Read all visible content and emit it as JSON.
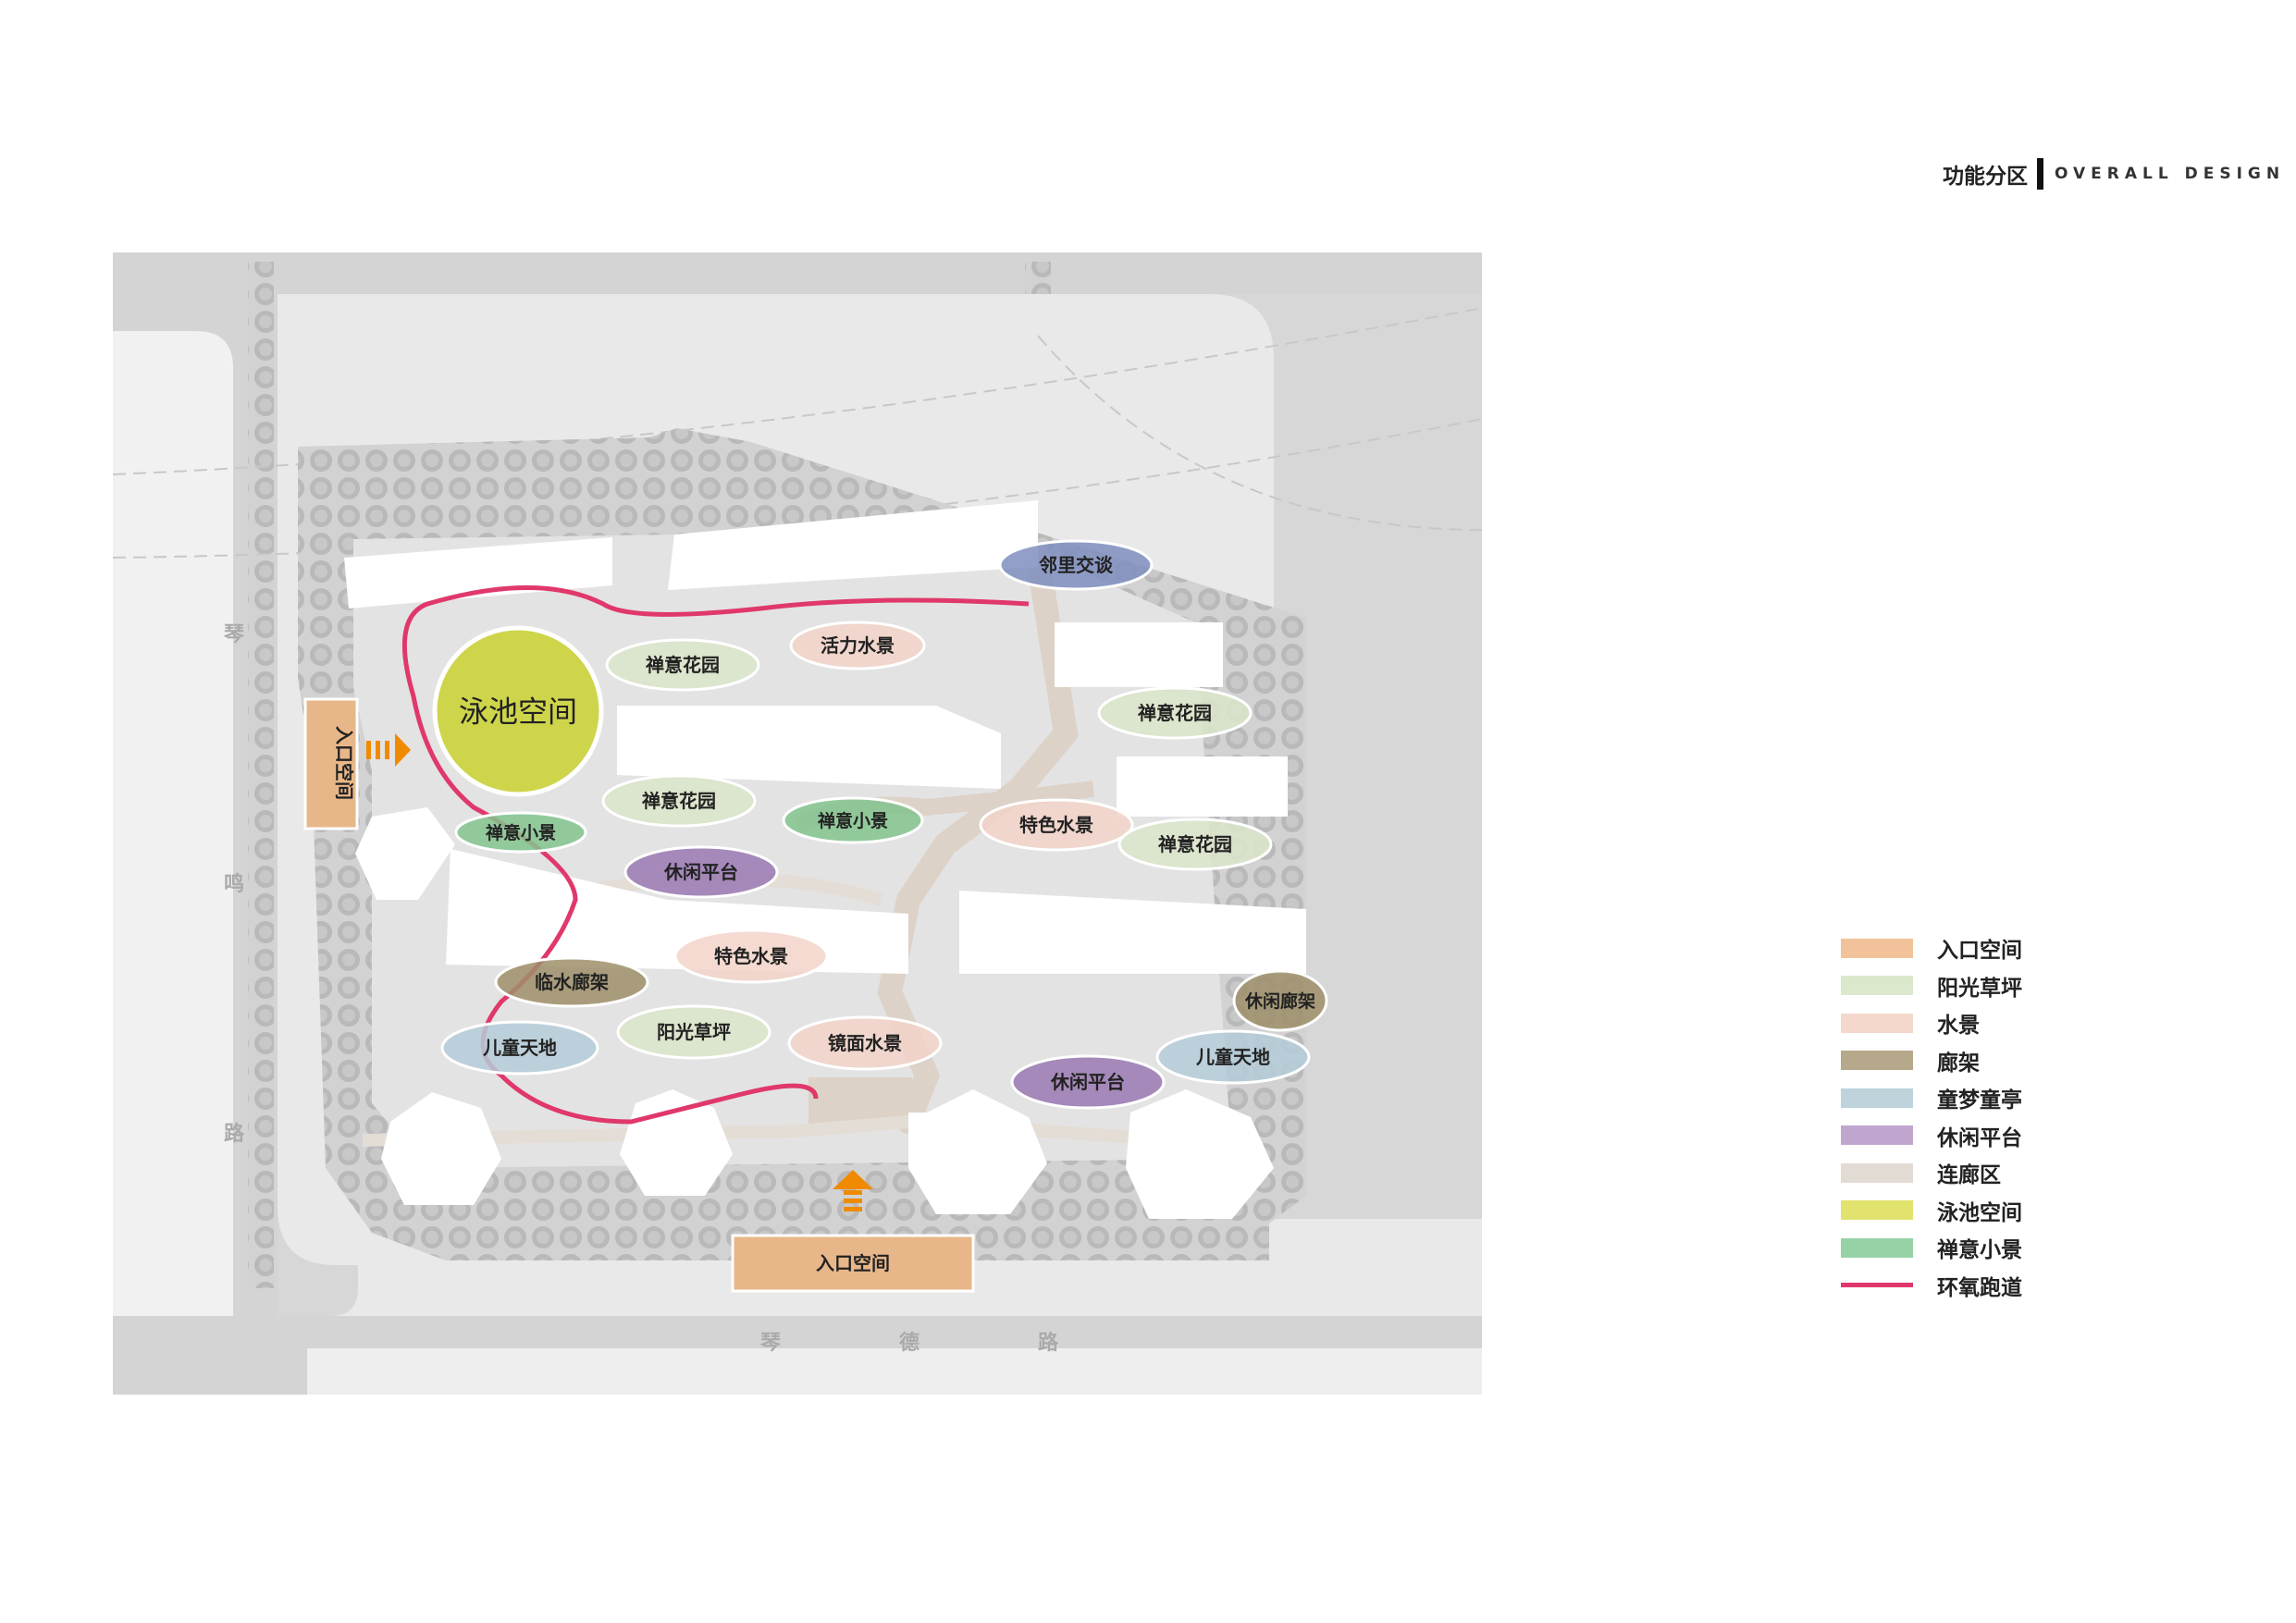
{
  "header": {
    "title_cn": "功能分区",
    "title_en": "OVERALL DESIGN"
  },
  "roads": {
    "west_label": "琴鸣路",
    "south_label": "琴德路"
  },
  "entrances": [
    {
      "id": "west",
      "label": "入口空间"
    },
    {
      "id": "south",
      "label": "入口空间"
    }
  ],
  "zones": [
    {
      "label": "泳池空间",
      "type": "pool"
    },
    {
      "label": "邻里交谈",
      "type": "neighbor"
    },
    {
      "label": "禅意花园",
      "type": "lawn"
    },
    {
      "label": "活力水景",
      "type": "water"
    },
    {
      "label": "禅意花园",
      "type": "lawn"
    },
    {
      "label": "禅意花园",
      "type": "lawn"
    },
    {
      "label": "禅意小景",
      "type": "zen"
    },
    {
      "label": "禅意小景",
      "type": "zen"
    },
    {
      "label": "特色水景",
      "type": "water"
    },
    {
      "label": "禅意花园",
      "type": "lawn"
    },
    {
      "label": "休闲平台",
      "type": "platform"
    },
    {
      "label": "特色水景",
      "type": "water"
    },
    {
      "label": "临水廊架",
      "type": "pergola"
    },
    {
      "label": "休闲廊架",
      "type": "pergola"
    },
    {
      "label": "儿童天地",
      "type": "kids"
    },
    {
      "label": "阳光草坪",
      "type": "lawn"
    },
    {
      "label": "镜面水景",
      "type": "water"
    },
    {
      "label": "儿童天地",
      "type": "kids"
    },
    {
      "label": "休闲平台",
      "type": "platform"
    }
  ],
  "legend": [
    {
      "label": "入口空间",
      "color": "#f2c39a"
    },
    {
      "label": "阳光草坪",
      "color": "#dce8cc"
    },
    {
      "label": "水景",
      "color": "#f5d8cc"
    },
    {
      "label": "廊架",
      "color": "#b6a88a"
    },
    {
      "label": "童梦童亭",
      "color": "#bed3dc"
    },
    {
      "label": "休闲平台",
      "color": "#c0a6cf"
    },
    {
      "label": "连廊区",
      "color": "#e2dbd3"
    },
    {
      "label": "泳池空间",
      "color": "#e2e36e"
    },
    {
      "label": "禅意小景",
      "color": "#97d2a6"
    },
    {
      "label": "环氧跑道",
      "color": "#e0386b"
    }
  ],
  "colors": {
    "pool": "#cbd33a",
    "neighbor": "#7f8fc0",
    "lawn": "#dbe5c9",
    "water": "#f2d3c8",
    "zen": "#82c48e",
    "platform": "#9a79b3",
    "pergola": "#9f8f6a",
    "kids": "#b5ccd9",
    "entrance": "#e8b789",
    "track": "#e0386b",
    "arrow": "#f08a00"
  }
}
